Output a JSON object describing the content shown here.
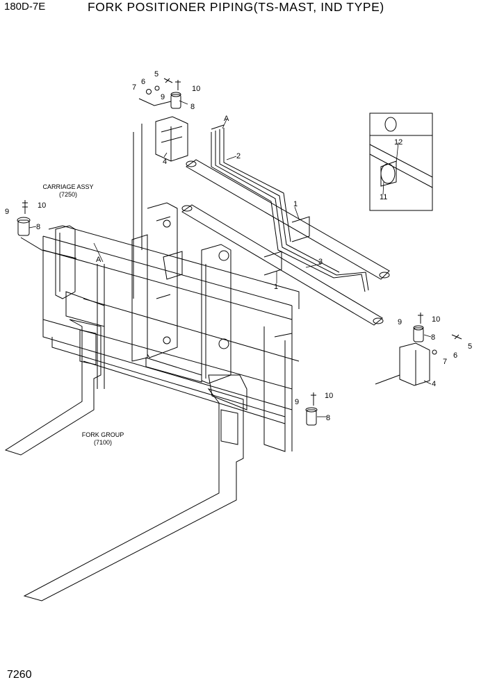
{
  "header": {
    "model": "180D-7E",
    "title": "FORK POSITIONER PIPING(TS-MAST, IND TYPE)"
  },
  "page_number": "7260",
  "notes": {
    "carriage": {
      "line1": "CARRIAGE ASSY",
      "line2": "(7250)"
    },
    "fork": {
      "line1": "FORK GROUP",
      "line2": "(7100)"
    }
  },
  "view_marker": "A",
  "callouts": {
    "c1": "1",
    "c2": "2",
    "c3": "3",
    "c4": "4",
    "c5": "5",
    "c6": "6",
    "c7": "7",
    "c8": "8",
    "c9": "9",
    "c10": "10",
    "c11": "11",
    "c12": "12"
  }
}
